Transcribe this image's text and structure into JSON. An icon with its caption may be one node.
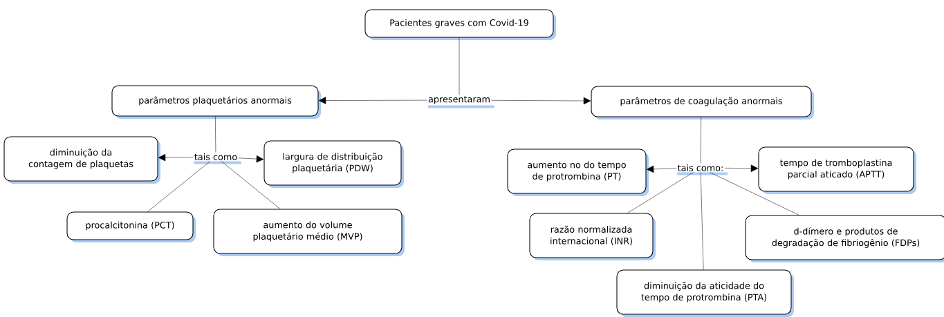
{
  "diagram": {
    "nodes": [
      {
        "text": [
          "Pacientes graves com Covid-19"
        ]
      },
      {
        "text": [
          "apresentaram"
        ]
      },
      {
        "text": [
          "parâmetros plaquetários anormais"
        ]
      },
      {
        "text": [
          "parâmetros de coagulação anormais"
        ]
      },
      {
        "text": [
          "tais como"
        ]
      },
      {
        "text": [
          "diminuição da contagem de plaquetas"
        ]
      },
      {
        "text": [
          "largura de distribuição plaquetária (PDW)"
        ]
      },
      {
        "text": [
          "tais como:"
        ]
      },
      {
        "text": [
          "aumento no do tempo de protrombina (PT)"
        ]
      },
      {
        "text": [
          "tempo de tromboplastina parcial aticado (APTT)"
        ]
      },
      {
        "text": [
          "procalcitonina (PCT)"
        ]
      },
      {
        "text": [
          "aumento do volume plaquetário médio (MVP)"
        ]
      },
      {
        "text": [
          "razão normalizada internacional (INR)"
        ]
      },
      {
        "text": [
          "d-dímero e produtos de degradação de fibriogênio (FDPs)"
        ]
      },
      {
        "text": [
          "diminuição da aticidade do tempo de protrombina (PTA)"
        ]
      }
    ],
    "edges": [
      {
        "from": 0,
        "to": 1,
        "arrow": "none"
      },
      {
        "from": 1,
        "to": 2,
        "arrow": "to"
      },
      {
        "from": 1,
        "to": 3,
        "arrow": "to"
      },
      {
        "from": 2,
        "to": 4,
        "arrow": "none"
      },
      {
        "from": 4,
        "to": 5,
        "arrow": "to"
      },
      {
        "from": 4,
        "to": 6,
        "arrow": "to"
      },
      {
        "from": 4,
        "to": 10,
        "arrow": "none"
      },
      {
        "from": 4,
        "to": 11,
        "arrow": "none"
      },
      {
        "from": 3,
        "to": 7,
        "arrow": "none"
      },
      {
        "from": 7,
        "to": 8,
        "arrow": "to"
      },
      {
        "from": 7,
        "to": 9,
        "arrow": "to"
      },
      {
        "from": 7,
        "to": 12,
        "arrow": "none"
      },
      {
        "from": 7,
        "to": 13,
        "arrow": "none"
      },
      {
        "from": 7,
        "to": 14,
        "arrow": "none"
      }
    ]
  }
}
